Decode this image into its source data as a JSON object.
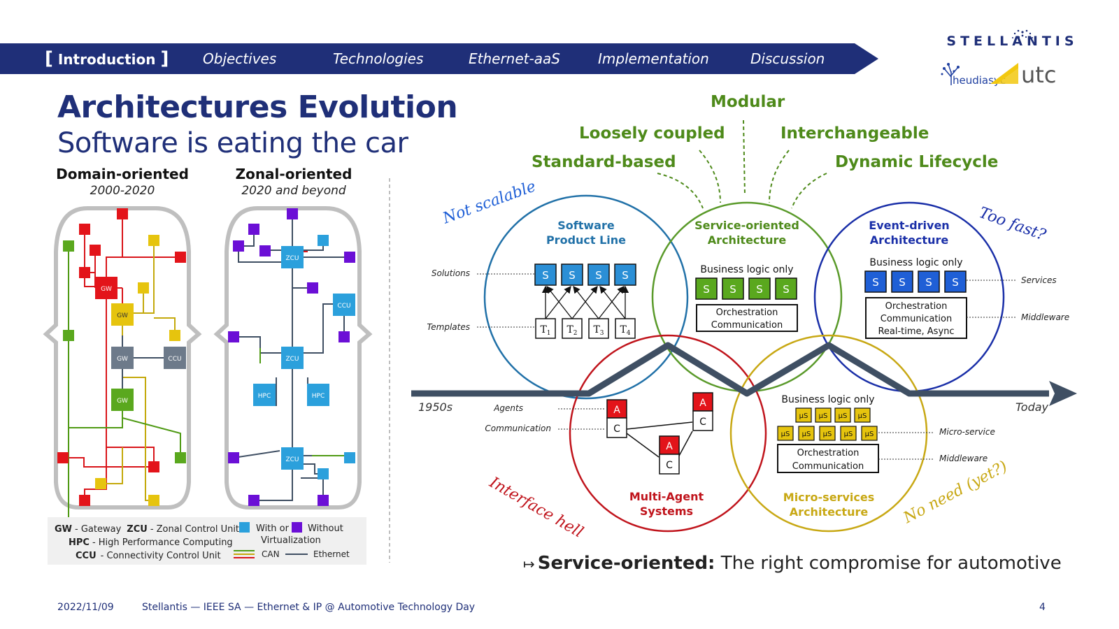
{
  "nav": {
    "items": [
      {
        "label": "Introduction",
        "active": true
      },
      {
        "label": "Objectives",
        "active": false
      },
      {
        "label": "Technologies",
        "active": false
      },
      {
        "label": "Ethernet-aaS",
        "active": false
      },
      {
        "label": "Implementation",
        "active": false
      },
      {
        "label": "Discussion",
        "active": false
      }
    ]
  },
  "logos": {
    "stellantis": "STELLANTIS",
    "heudiasyc": "heudiasyc",
    "utc": "utc"
  },
  "slide": {
    "title": "Architectures Evolution",
    "subtitle": "Software is eating the car"
  },
  "cars": {
    "domain": {
      "title": "Domain-oriented",
      "period": "2000-2020"
    },
    "zonal": {
      "title": "Zonal-oriented",
      "period": "2020 and beyond"
    },
    "nodes": {
      "gw": "GW",
      "ccu": "CCU",
      "zcu": "ZCU",
      "hpc": "HPC"
    },
    "legend": {
      "gw_abbr": "GW",
      "gw_text": "- Gateway",
      "zcu_abbr": "ZCU",
      "zcu_text": "- Zonal Control Unit",
      "hpc_abbr": "HPC",
      "hpc_text": "- High Performance Computing",
      "ccu_abbr": "CCU",
      "ccu_text": "- Connectivity Control Unit",
      "with_or": "With or",
      "without": "Without",
      "virtualization": "Virtualization",
      "can": "CAN",
      "ethernet": "Ethernet"
    }
  },
  "diagram": {
    "traits": [
      "Modular",
      "Loosely coupled",
      "Interchangeable",
      "Standard-based",
      "Dynamic Lifecycle"
    ],
    "notes": {
      "not_scalable": "Not scalable",
      "too_fast": "Too fast?",
      "interface_hell": "Interface hell",
      "no_need": "No need (yet?)"
    },
    "timeline": {
      "start": "1950s",
      "end": "Today"
    },
    "spl": {
      "title_1": "Software",
      "title_2": "Product Line",
      "solutions": "Solutions",
      "templates": "Templates",
      "s": "S",
      "t_prefix": "T",
      "t_indices": [
        "1",
        "2",
        "3",
        "4"
      ]
    },
    "soa": {
      "title_1": "Service-oriented",
      "title_2": "Architecture",
      "business": "Business logic only",
      "s": "S",
      "orch": "Orchestration",
      "comm": "Communication"
    },
    "eda": {
      "title_1": "Event-driven",
      "title_2": "Architecture",
      "business": "Business logic only",
      "s": "S",
      "orch": "Orchestration",
      "comm": "Communication",
      "rt": "Real-time, Async",
      "services": "Services",
      "middleware": "Middleware"
    },
    "mas": {
      "title_1": "Multi-Agent",
      "title_2": "Systems",
      "agents": "Agents",
      "communication": "Communication",
      "a": "A",
      "c": "C"
    },
    "msa": {
      "title_1": "Micro-services",
      "title_2": "Architecture",
      "business": "Business logic only",
      "mu": "µS",
      "orch": "Orchestration",
      "comm": "Communication",
      "micro": "Micro-service",
      "middleware": "Middleware"
    }
  },
  "conclusion": {
    "arrow": "↦",
    "bold": "Service-oriented:",
    "text": " The right compromise for automotive"
  },
  "footer": {
    "date": "2022/11/09",
    "event": "Stellantis — IEEE SA — Ethernet & IP @ Automotive Technology Day",
    "page": "4"
  },
  "colors": {
    "navy": "#1f2f78",
    "green": "#4e8a1a",
    "spl": "#2171a8",
    "soa": "#5a9a2a",
    "eda": "#1a2fa8",
    "mas": "#c0141c",
    "msa": "#c8a814",
    "ecu_red": "#e3141a",
    "ecu_yellow": "#e6c40e",
    "ecu_green": "#5aa81e",
    "ecu_blue": "#2ba0dc",
    "ecu_purple": "#6b0fd6",
    "gray_node": "#6d7a8a"
  }
}
